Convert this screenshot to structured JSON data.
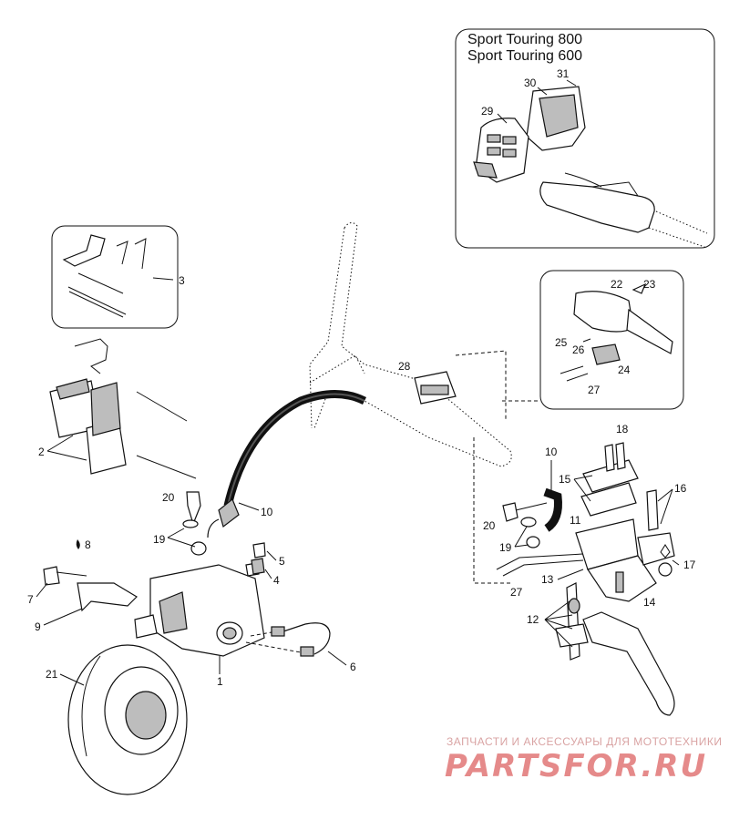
{
  "inset_top": {
    "title_line1": "Sport Touring 800",
    "title_line2": "Sport Touring 600",
    "labels": [
      "29",
      "30",
      "31"
    ]
  },
  "callouts": {
    "c1": "1",
    "c2": "2",
    "c3": "3",
    "c4": "4",
    "c5": "5",
    "c6": "6",
    "c7": "7",
    "c8": "8",
    "c9": "9",
    "c10a": "10",
    "c10b": "10",
    "c11": "11",
    "c12": "12",
    "c13": "13",
    "c14": "14",
    "c15": "15",
    "c16": "16",
    "c17": "17",
    "c18": "18",
    "c19a": "19",
    "c19b": "19",
    "c20a": "20",
    "c20b": "20",
    "c21": "21",
    "c22": "22",
    "c23": "23",
    "c24": "24",
    "c25": "25",
    "c26": "26",
    "c27a": "27",
    "c27b": "27",
    "c28": "28"
  },
  "watermark": {
    "subtitle": "ЗАПЧАСТИ И АКСЕССУАРЫ ДЛЯ МОТОТЕХНИКИ",
    "logo": "PARTSFOR.RU",
    "color": "#e58a8a"
  }
}
